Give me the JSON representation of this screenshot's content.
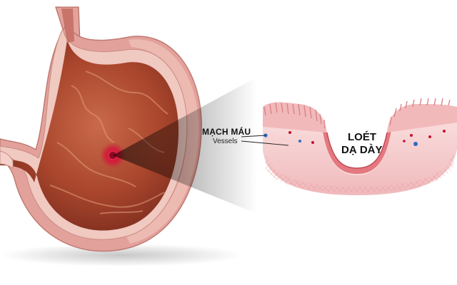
{
  "labels": {
    "vessels_vi": "MẠCH MÁU",
    "vessels_en": "Vessels",
    "ulcer_line1": "LOÉT",
    "ulcer_line2": "DẠ DÀY"
  },
  "colors": {
    "stomach_outer": "#d98a86",
    "stomach_wall": "#e9b0a8",
    "stomach_inner": "#a8452c",
    "ulcer_spot": "#d4123a",
    "mucosa": "#f6cfd0",
    "villi": "#f2b9bb",
    "vessel_red": "#c8102e",
    "vessel_blue": "#2b6cc4"
  }
}
